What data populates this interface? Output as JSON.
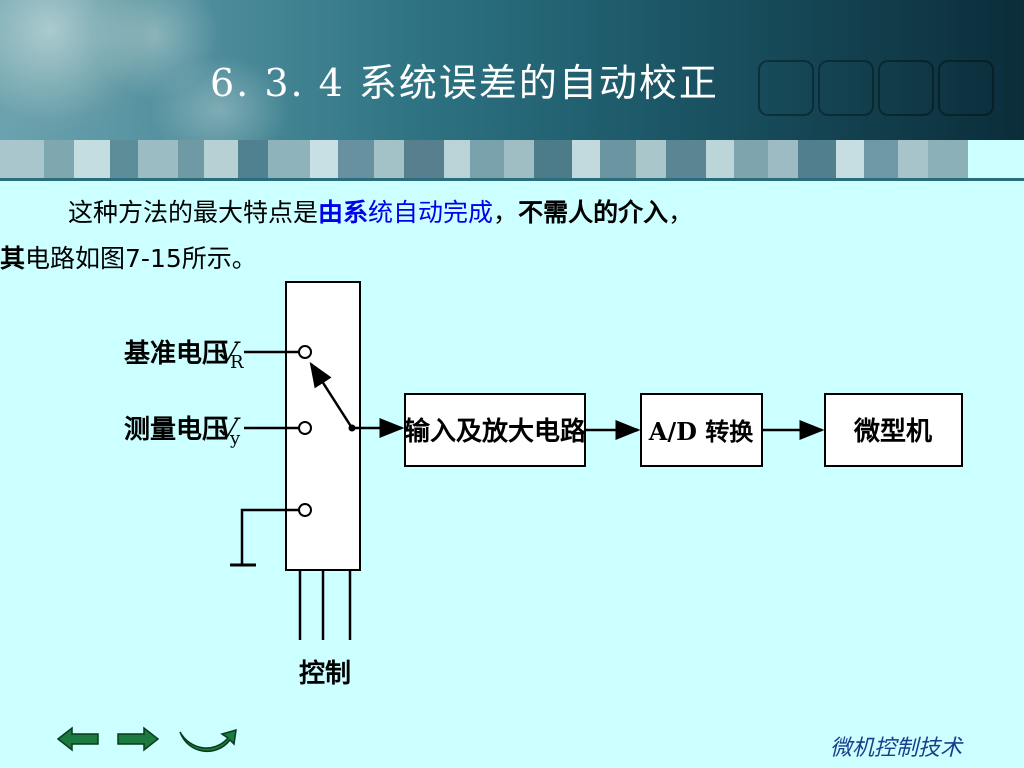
{
  "header": {
    "title": "6. 3. 4 系统误差的自动校正"
  },
  "intro": {
    "pre": "这种方法的最大特点是",
    "highlight_bold": "由系",
    "highlight": "统自动完成",
    "comma1": "，",
    "bold_mid": "不需人的介入",
    "comma2": "，",
    "bold_start2": "其",
    "rest": "电路如图7-15所示。"
  },
  "diagram": {
    "input_ref": "基准电压",
    "input_ref_sym": "V",
    "input_ref_sub": "R",
    "input_meas": "测量电压",
    "input_meas_sym": "V",
    "input_meas_sub": "y",
    "box_amp": "输入及放大电路",
    "box_ad": "A/D 转换",
    "box_mcu": "微型机",
    "control": "控制"
  },
  "footer": {
    "text": "微机控制技术"
  },
  "colors": {
    "highlight": "#0000ee",
    "background": "#ccffff",
    "footer_text": "#1e3c8c"
  }
}
